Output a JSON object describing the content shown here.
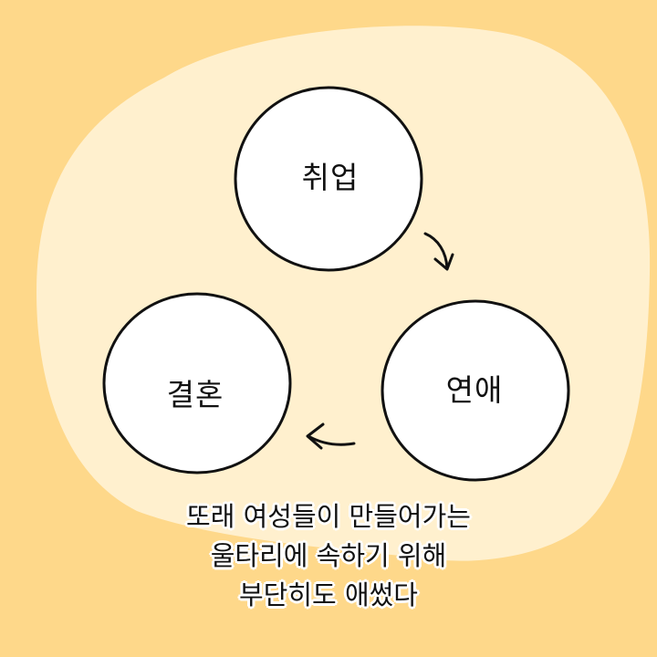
{
  "diagram": {
    "nodes": [
      {
        "id": "job",
        "label": "취업"
      },
      {
        "id": "dating",
        "label": "연애"
      },
      {
        "id": "marriage",
        "label": "결혼"
      }
    ],
    "edges": [
      {
        "from": "job",
        "to": "dating"
      },
      {
        "from": "dating",
        "to": "marriage"
      }
    ]
  },
  "caption": {
    "lines": [
      "또래 여성들이 만들어가는",
      "울타리에 속하기 위해",
      "부단히도 애썼다"
    ]
  },
  "colors": {
    "background": "#FED88A",
    "blob": "#FFF0CE",
    "circle_fill": "#FFFFFF",
    "stroke": "#111111"
  }
}
